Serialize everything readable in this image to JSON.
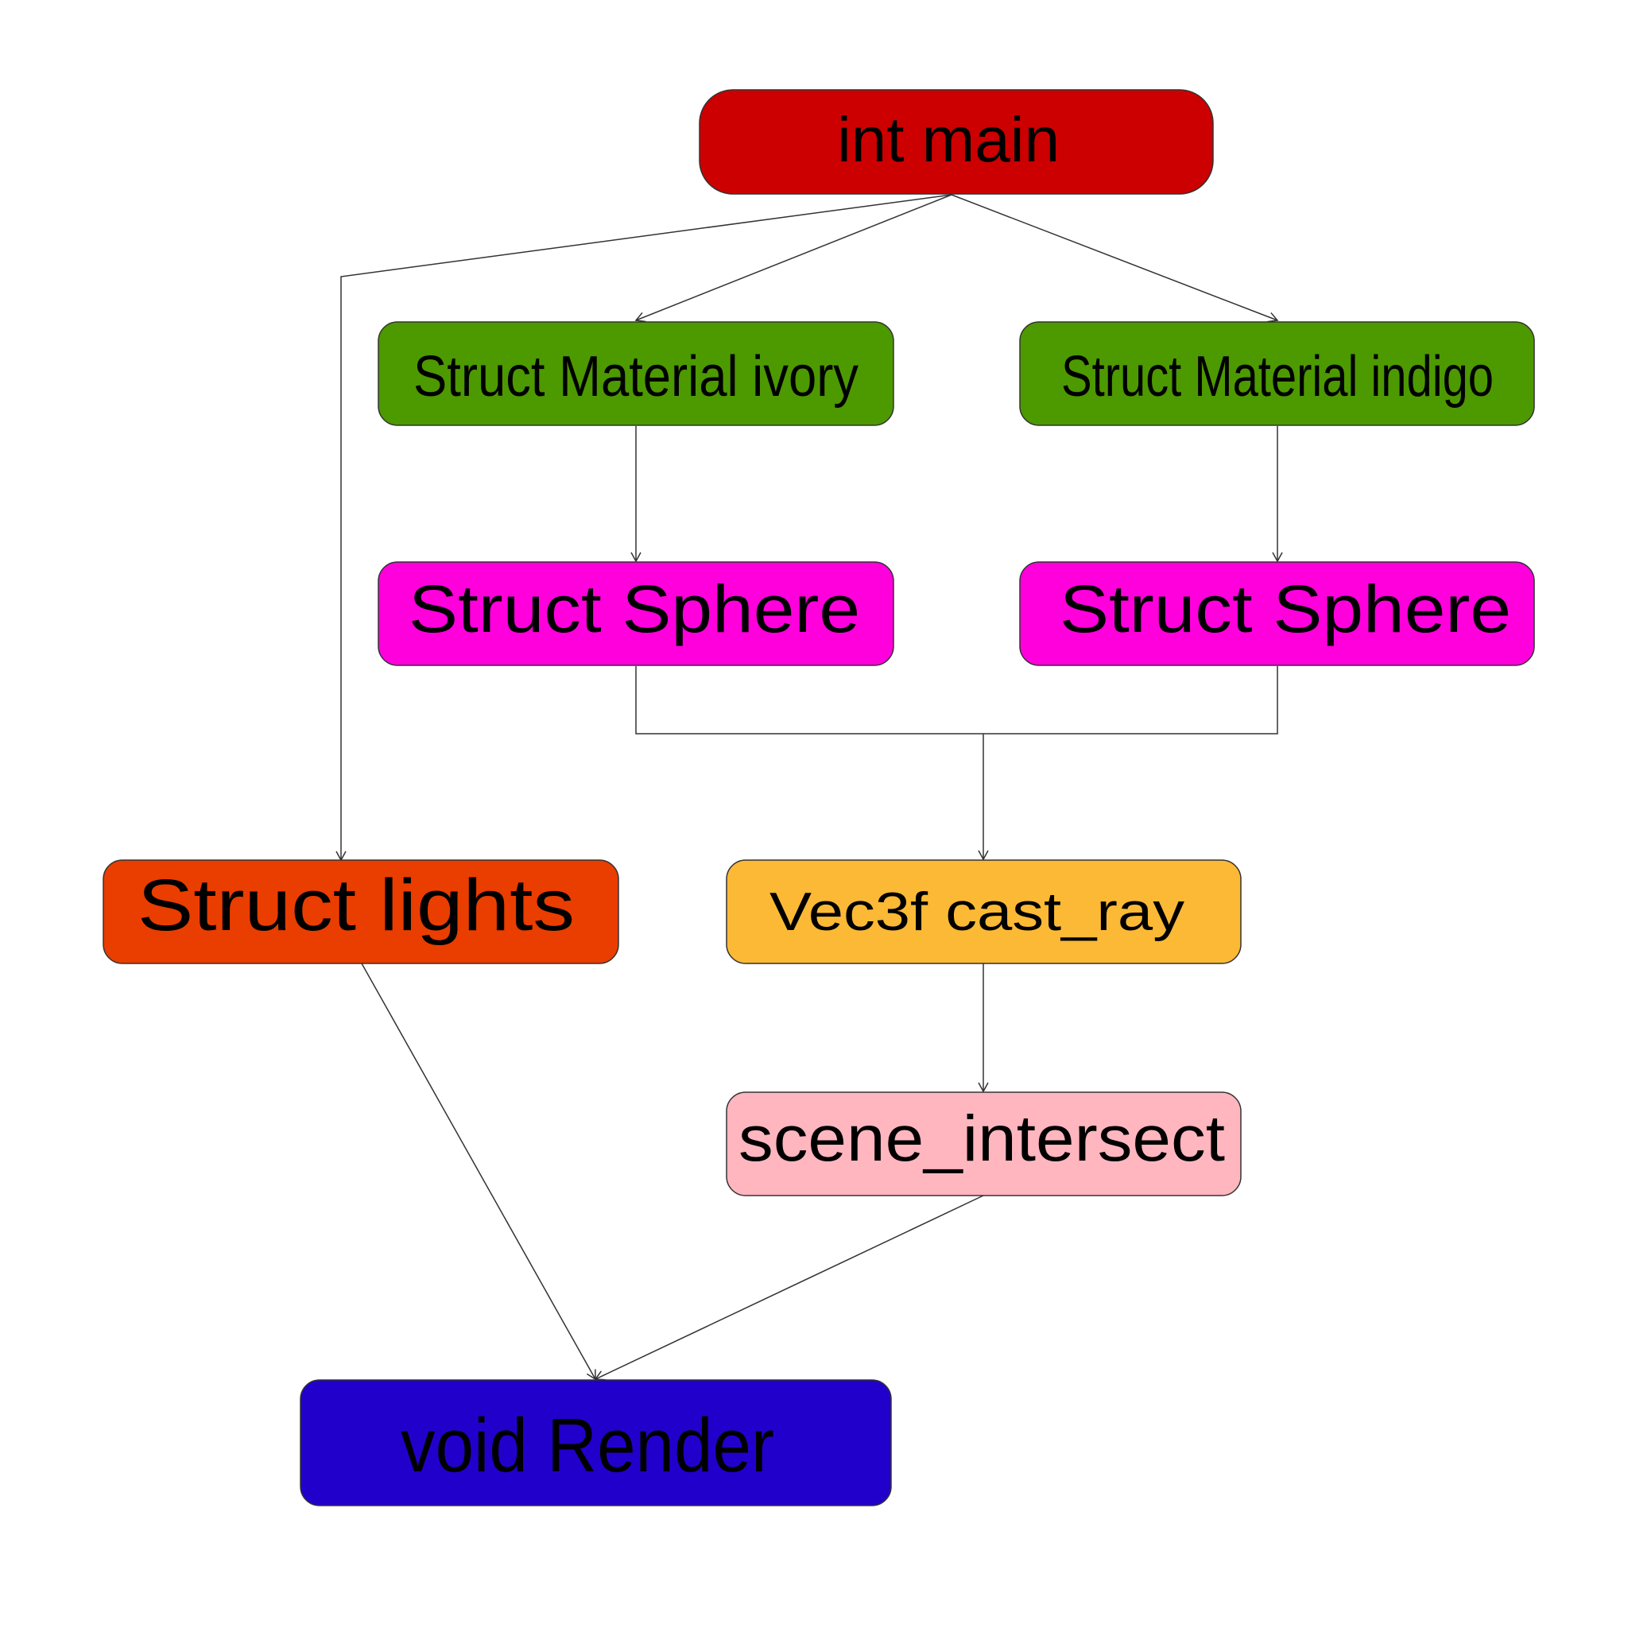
{
  "nodes": [
    {
      "id": "int-main",
      "label": "int main",
      "color": "#cc0000"
    },
    {
      "id": "material-ivory",
      "label": "Struct Material ivory",
      "color": "#4d9900"
    },
    {
      "id": "material-indigo",
      "label": "Struct Material indigo",
      "color": "#4d9900"
    },
    {
      "id": "sphere-ivory",
      "label": "Struct Sphere",
      "color": "#ff00dd"
    },
    {
      "id": "sphere-indigo",
      "label": "Struct Sphere",
      "color": "#ff00dd"
    },
    {
      "id": "struct-lights",
      "label": "Struct lights",
      "color": "#ea3d00"
    },
    {
      "id": "cast-ray",
      "label": "Vec3f cast_ray",
      "color": "#fbb935"
    },
    {
      "id": "scene-intersect",
      "label": "scene_intersect",
      "color": "#ffb6bf"
    },
    {
      "id": "void-render",
      "label": "void Render",
      "color": "#2200cc"
    }
  ],
  "edges": [
    {
      "from": "int-main",
      "to": "struct-lights"
    },
    {
      "from": "int-main",
      "to": "material-ivory"
    },
    {
      "from": "int-main",
      "to": "material-indigo"
    },
    {
      "from": "material-ivory",
      "to": "sphere-ivory"
    },
    {
      "from": "material-indigo",
      "to": "sphere-indigo"
    },
    {
      "from": "sphere-ivory",
      "to": "cast-ray"
    },
    {
      "from": "sphere-indigo",
      "to": "cast-ray"
    },
    {
      "from": "cast-ray",
      "to": "scene-intersect"
    },
    {
      "from": "struct-lights",
      "to": "void-render"
    },
    {
      "from": "scene-intersect",
      "to": "void-render"
    }
  ]
}
